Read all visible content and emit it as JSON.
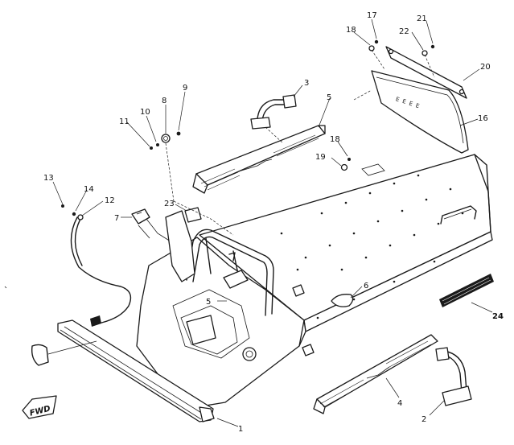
{
  "callouts": [
    {
      "id": "c1",
      "label": "1"
    },
    {
      "id": "c2",
      "label": "2"
    },
    {
      "id": "c3",
      "label": "3"
    },
    {
      "id": "c4",
      "label": "4"
    },
    {
      "id": "c5a",
      "label": "5"
    },
    {
      "id": "c5b",
      "label": "5"
    },
    {
      "id": "c6",
      "label": "6"
    },
    {
      "id": "c7",
      "label": "7"
    },
    {
      "id": "c8",
      "label": "8"
    },
    {
      "id": "c9",
      "label": "9"
    },
    {
      "id": "c10",
      "label": "10"
    },
    {
      "id": "c11",
      "label": "11"
    },
    {
      "id": "c12",
      "label": "12"
    },
    {
      "id": "c13",
      "label": "13"
    },
    {
      "id": "c14",
      "label": "14"
    },
    {
      "id": "c16",
      "label": "16"
    },
    {
      "id": "c17",
      "label": "17"
    },
    {
      "id": "c18a",
      "label": "18"
    },
    {
      "id": "c18b",
      "label": "18"
    },
    {
      "id": "c19",
      "label": "19"
    },
    {
      "id": "c20",
      "label": "20"
    },
    {
      "id": "c21",
      "label": "21"
    },
    {
      "id": "c22",
      "label": "22"
    },
    {
      "id": "c23",
      "label": "23"
    },
    {
      "id": "c24",
      "label": "24"
    }
  ],
  "direction_mark": "FWD"
}
